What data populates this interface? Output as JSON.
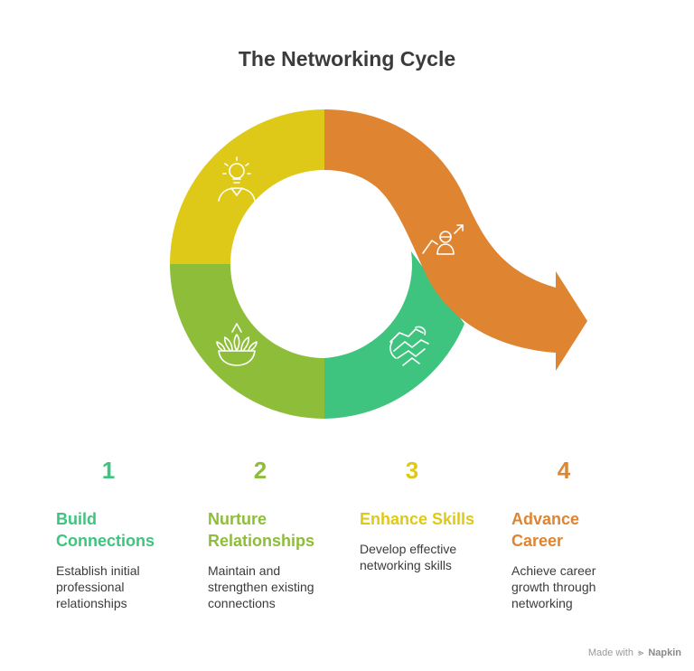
{
  "title": "The Networking Cycle",
  "colors": {
    "build": "#3ec47e",
    "nurture": "#8ebd3a",
    "enhance": "#dfc918",
    "advance": "#df8431"
  },
  "icons": [
    "lightbulb-person-icon",
    "plant-bowl-icon",
    "handshake-icon",
    "career-growth-icon"
  ],
  "steps": [
    {
      "number": "1",
      "title": "Build Connections",
      "title_lines": [
        "Build",
        "Connections"
      ],
      "description": "Establish initial professional relationships",
      "desc_lines": [
        "Establish initial",
        "professional",
        "relationships"
      ]
    },
    {
      "number": "2",
      "title": "Nurture Relationships",
      "title_lines": [
        "Nurture",
        "Relationships"
      ],
      "description": "Maintain and strengthen existing connections",
      "desc_lines": [
        "Maintain and",
        "strengthen existing",
        "connections"
      ]
    },
    {
      "number": "3",
      "title": "Enhance Skills",
      "title_lines": [
        "Enhance Skills"
      ],
      "description": "Develop effective networking skills",
      "desc_lines": [
        "Develop effective",
        "networking skills"
      ]
    },
    {
      "number": "4",
      "title": "Advance Career",
      "title_lines": [
        "Advance",
        "Career"
      ],
      "description": "Achieve career growth through networking",
      "desc_lines": [
        "Achieve career",
        "growth through",
        "networking"
      ]
    }
  ],
  "credit": {
    "prefix": "Made with",
    "brand": "Napkin"
  }
}
